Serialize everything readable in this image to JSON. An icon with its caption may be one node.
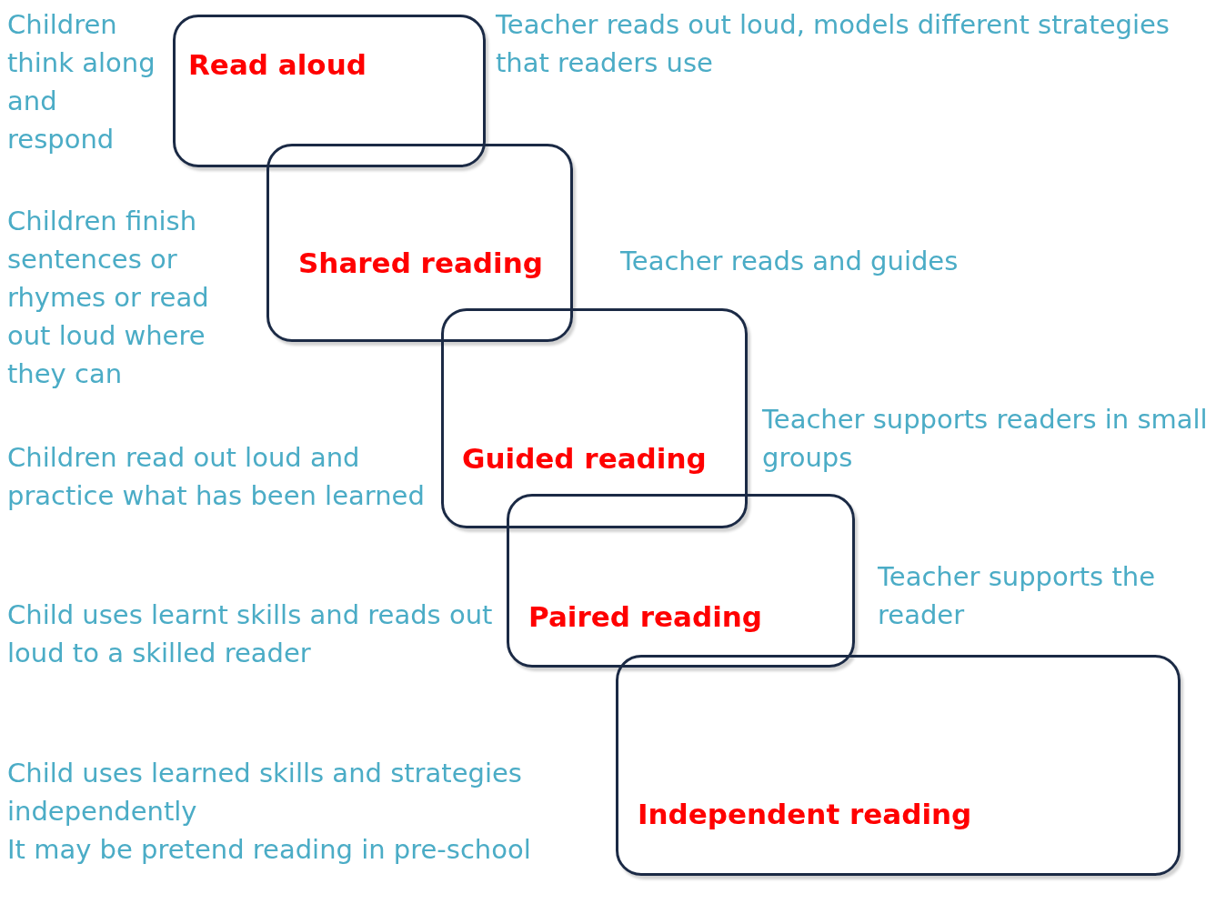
{
  "diagram": {
    "nodes": [
      {
        "text": [
          "Read aloud"
        ],
        "beside": [
          "Children think along and respond",
          "Teacher reads out loud, models different strategies that readers use"
        ]
      },
      {
        "text": [
          "Shared reading"
        ],
        "beside": [
          "Children finish sentences or rhymes or read out loud where they can",
          "Teacher reads and guides"
        ]
      },
      {
        "text": [
          "Guided reading"
        ],
        "beside": [
          "Children read out loud and practice what has been learned",
          "Teacher supports readers in small groups"
        ]
      },
      {
        "text": [
          "Paired reading"
        ],
        "beside": [
          "Child uses learnt skills and reads out loud to a skilled reader",
          "Teacher supports the reader"
        ]
      },
      {
        "text": [
          "Independent reading"
        ],
        "beside": [
          "Child uses learned skills and strategies independently",
          "It may be pretend reading in pre-school"
        ]
      }
    ]
  }
}
